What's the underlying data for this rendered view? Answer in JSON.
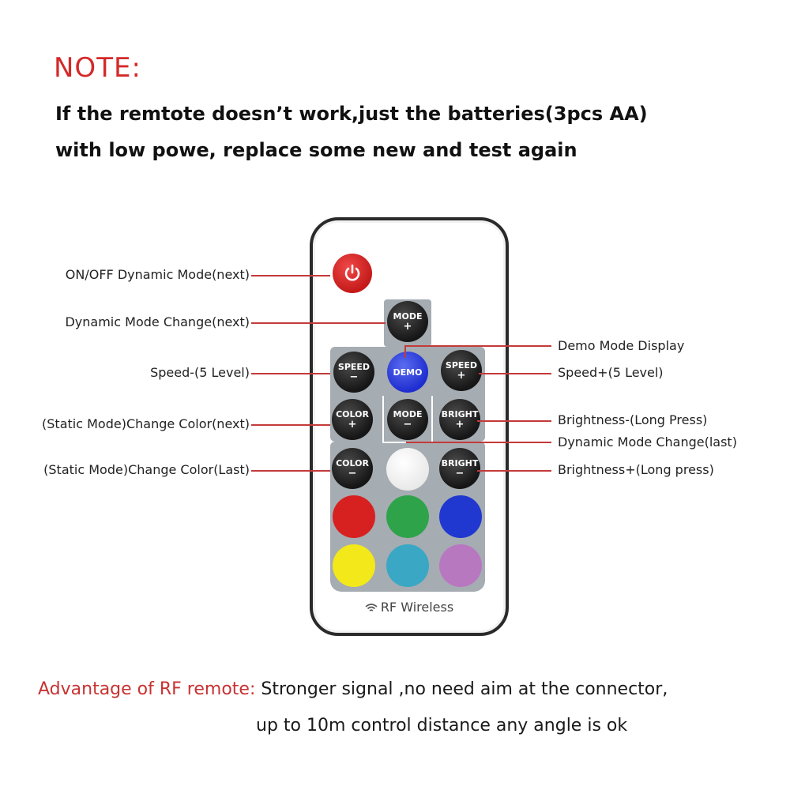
{
  "note": {
    "title": "NOTE:",
    "line1": "If the remtote doesn’t work,just the batteries(3pcs AA)",
    "line2": "with low powe, replace some new and test again"
  },
  "remote": {
    "colors": {
      "body_border": "#2a2a2a",
      "panel": "#a5acb2",
      "power": "#d42626",
      "demo": "#2b3ad8",
      "annotation_line": "#c43a3a"
    },
    "buttons": {
      "mode_plus": {
        "top": "MODE",
        "sign": "+"
      },
      "speed_minus": {
        "top": "SPEED",
        "sign": "−"
      },
      "demo": {
        "top": "DEMO"
      },
      "speed_plus": {
        "top": "SPEED",
        "sign": "+"
      },
      "color_plus": {
        "top": "COLOR",
        "sign": "+"
      },
      "mode_minus": {
        "top": "MODE",
        "sign": "−"
      },
      "bright_plus": {
        "top": "BRIGHT",
        "sign": "+"
      },
      "color_minus": {
        "top": "COLOR",
        "sign": "−"
      },
      "bright_minus": {
        "top": "BRIGHT",
        "sign": "−"
      }
    },
    "color_buttons": [
      "#d72020",
      "#2fa34a",
      "#2038d0",
      "#f3e81a",
      "#3aa7c4",
      "#b878c0"
    ],
    "white_button": "#ffffff",
    "wireless_icon": "wifi-icon",
    "wireless_label": "RF Wireless"
  },
  "annotations": {
    "left": [
      "ON/OFF Dynamic Mode(next)",
      "Dynamic Mode Change(next)",
      "Speed-(5 Level)",
      "(Static Mode)Change Color(next)",
      "(Static Mode)Change Color(Last)"
    ],
    "right": [
      "Demo Mode Display",
      "Speed+(5 Level)",
      "Brightness-(Long Press)",
      "Dynamic Mode Change(last)",
      "Brightness+(Long press)"
    ]
  },
  "advantage": {
    "label": "Advantage of RF remote:",
    "text": " Stronger signal ,no need aim at the connector,",
    "line2": "up to 10m control distance any angle is ok"
  }
}
